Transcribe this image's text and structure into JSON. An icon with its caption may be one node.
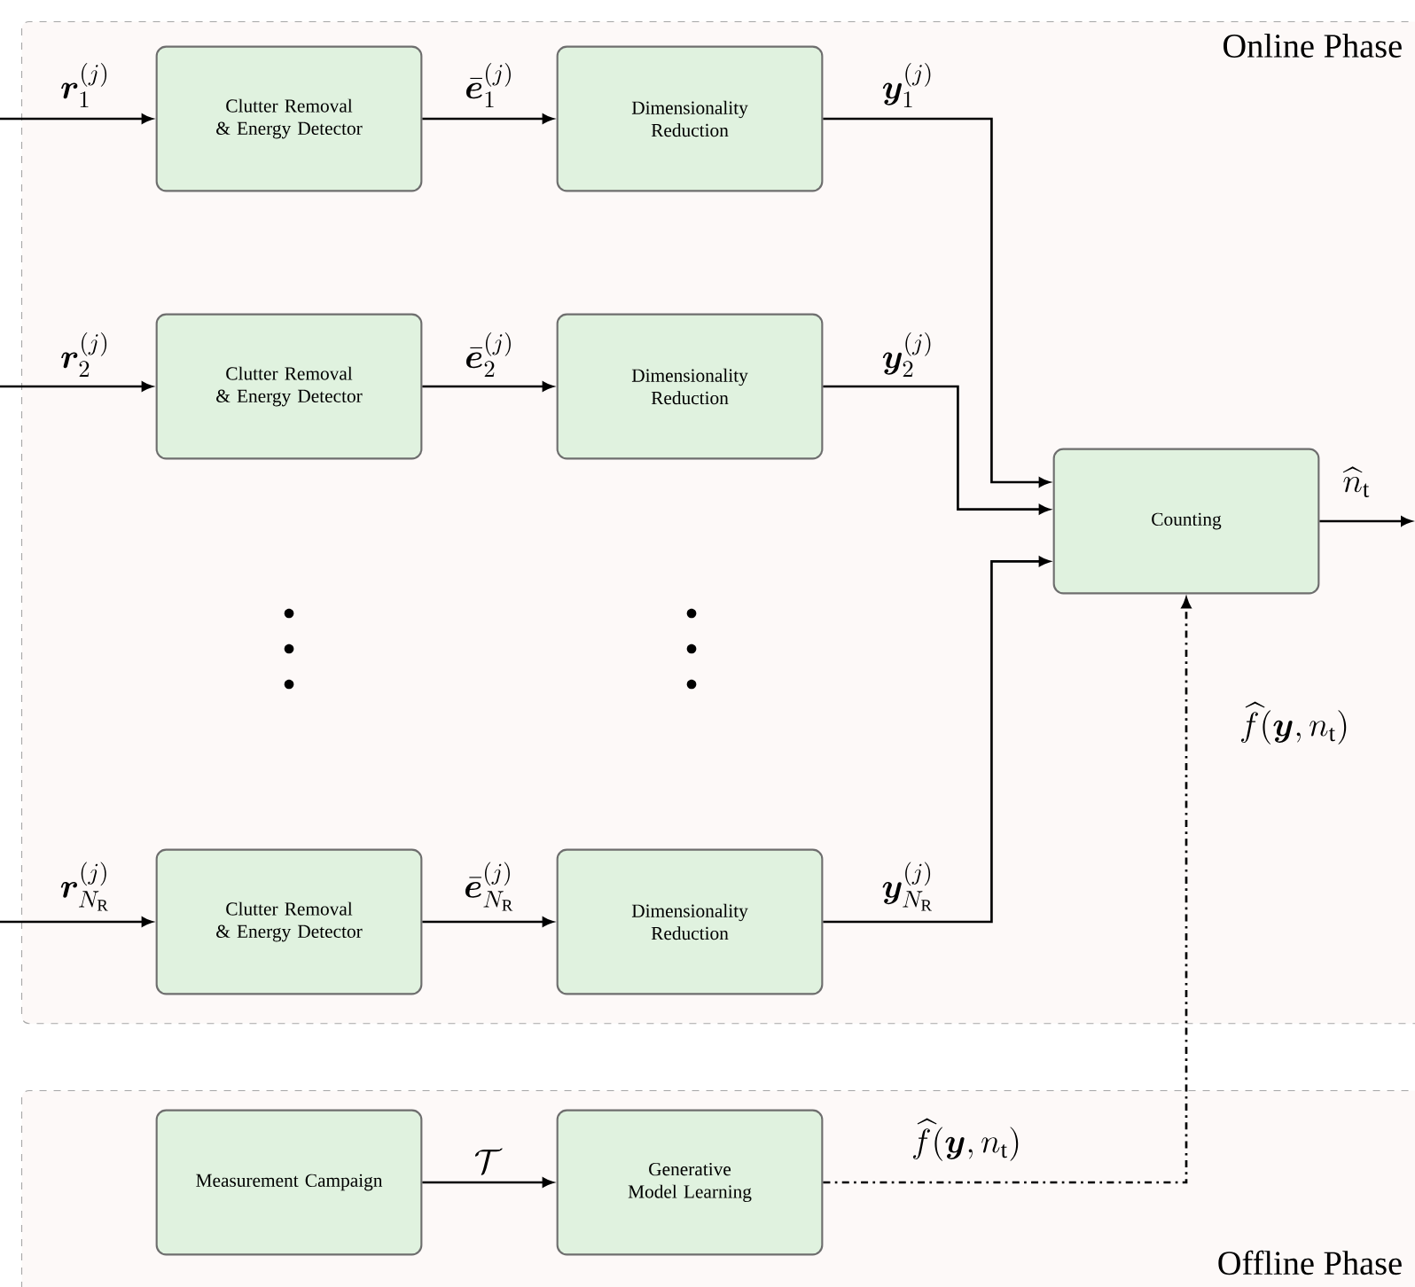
{
  "diagram": {
    "nodes": [
      {
        "text": [
          "Online Phase"
        ]
      },
      {
        "text": [
          "Clutter Removal & Energy Detector"
        ],
        "in": 0
      },
      {
        "text": [
          "Dimensionality Reduction"
        ],
        "in": 0
      },
      {
        "text": [
          "Clutter Removal & Energy Detector"
        ],
        "in": 0
      },
      {
        "text": [
          "Dimensionality Reduction"
        ],
        "in": 0
      },
      {
        "text": [
          "Clutter Removal & Energy Detector"
        ],
        "in": 0
      },
      {
        "text": [
          "Dimensionality Reduction"
        ],
        "in": 0
      },
      {
        "text": [
          "Counting"
        ],
        "in": 0
      },
      {
        "text": [
          "Offline Phase"
        ]
      },
      {
        "text": [
          "Measurement Campaign"
        ],
        "in": 8
      },
      {
        "text": [
          "Generative Model Learning"
        ],
        "in": 8
      }
    ],
    "edges": [
      {
        "from": null,
        "to": 1,
        "arrow": "to",
        "label": "\\boldsymbol{r}_1^{(j)}"
      },
      {
        "from": 1,
        "to": 2,
        "arrow": "to",
        "label": "\\bar{\\boldsymbol{e}}_1^{(j)}"
      },
      {
        "from": 2,
        "to": 7,
        "arrow": "to",
        "label": "\\boldsymbol{y}_1^{(j)}"
      },
      {
        "from": null,
        "to": 3,
        "arrow": "to",
        "label": "\\boldsymbol{r}_2^{(j)}"
      },
      {
        "from": 3,
        "to": 4,
        "arrow": "to",
        "label": "\\bar{\\boldsymbol{e}}_2^{(j)}"
      },
      {
        "from": 4,
        "to": 7,
        "arrow": "to",
        "label": "\\boldsymbol{y}_2^{(j)}"
      },
      {
        "from": null,
        "to": 5,
        "arrow": "to",
        "label": "\\boldsymbol{r}_{N_\\mathrm{R}}^{(j)}"
      },
      {
        "from": 5,
        "to": 6,
        "arrow": "to",
        "label": "\\bar{\\boldsymbol{e}}_{N_\\mathrm{R}}^{(j)}"
      },
      {
        "from": 6,
        "to": 7,
        "arrow": "to",
        "label": "\\boldsymbol{y}_{N_\\mathrm{R}}^{(j)}"
      },
      {
        "from": 7,
        "to": null,
        "arrow": "to",
        "label": "\\widehat{n}_\\mathrm{t}"
      },
      {
        "from": 9,
        "to": 10,
        "arrow": "to",
        "label": "\\mathcal{T}"
      },
      {
        "from": 10,
        "to": 7,
        "arrow": "to",
        "style": "dashed",
        "label": "\\widehat{f}(\\boldsymbol{y},n_\\mathrm{t})"
      }
    ],
    "labels": [
      "\\widehat{f}(\\boldsymbol{y},n_\\mathrm{t})"
    ]
  }
}
